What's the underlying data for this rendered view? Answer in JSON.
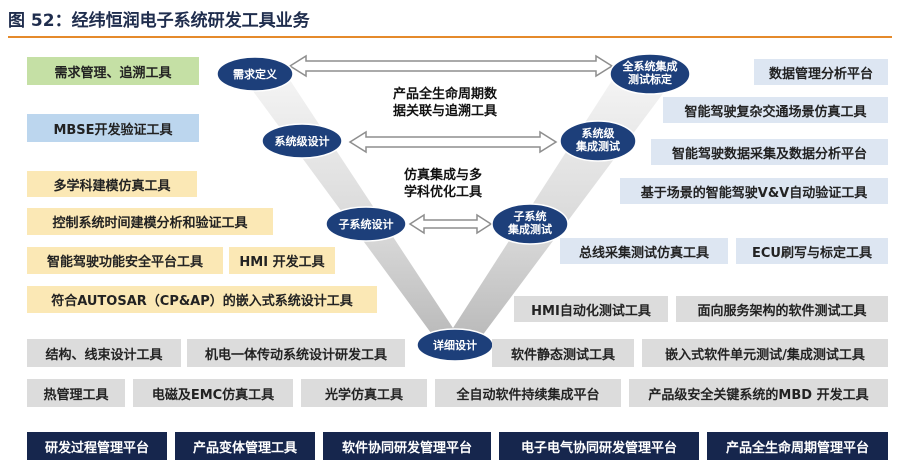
{
  "title": "图 52：经纬恒润电子系统研发工具业务",
  "colors": {
    "accent": "#e58a2b",
    "navy": "#16264d",
    "node": "#1d3f7a",
    "green": "#c5e0a5",
    "blue": "#bcd6ee",
    "yellow": "#fbe8b5",
    "light_blue": "#dde6f2",
    "gray": "#dcdcdc"
  },
  "v_nodes": {
    "req": "需求定义",
    "sys": "系统级设计",
    "subsys": "子系统设计",
    "detail": "详细设计",
    "subtest": "子系统\n集成测试",
    "systest": "系统级\n集成测试",
    "fulltest": "全系统集成\n测试标定"
  },
  "middle": {
    "top": "产品全生命周期数\n据关联与追溯工具",
    "bottom": "仿真集成与多\n学科优化工具"
  },
  "left_tools": [
    "需求管理、追溯工具",
    "MBSE开发验证工具",
    "多学科建模仿真工具",
    "控制系统时间建模分析和验证工具",
    "智能驾驶功能安全平台工具",
    "HMI 开发工具",
    "符合AUTOSAR（CP&AP）的嵌入式系统设计工具"
  ],
  "right_tools": [
    "数据管理分析平台",
    "智能驾驶复杂交通场景仿真工具",
    "智能驾驶数据采集及数据分析平台",
    "基于场景的智能驾驶V&V自动验证工具",
    "总线采集测试仿真工具",
    "ECU刷写与标定工具",
    "HMI自动化测试工具",
    "面向服务架构的软件测试工具"
  ],
  "gray_row1": [
    "结构、线束设计工具",
    "机电一体传动系统设计研发工具",
    "软件静态测试工具",
    "嵌入式软件单元测试/集成测试工具"
  ],
  "gray_row2": [
    "热管理工具",
    "电磁及EMC仿真工具",
    "光学仿真工具",
    "全自动软件持续集成平台",
    "产品级安全关键系统的MBD 开发工具"
  ],
  "bottom_bar": [
    "研发过程管理平台",
    "产品变体管理工具",
    "软件协同研发管理平台",
    "电子电气协同研发管理平台",
    "产品全生命周期管理平台"
  ]
}
